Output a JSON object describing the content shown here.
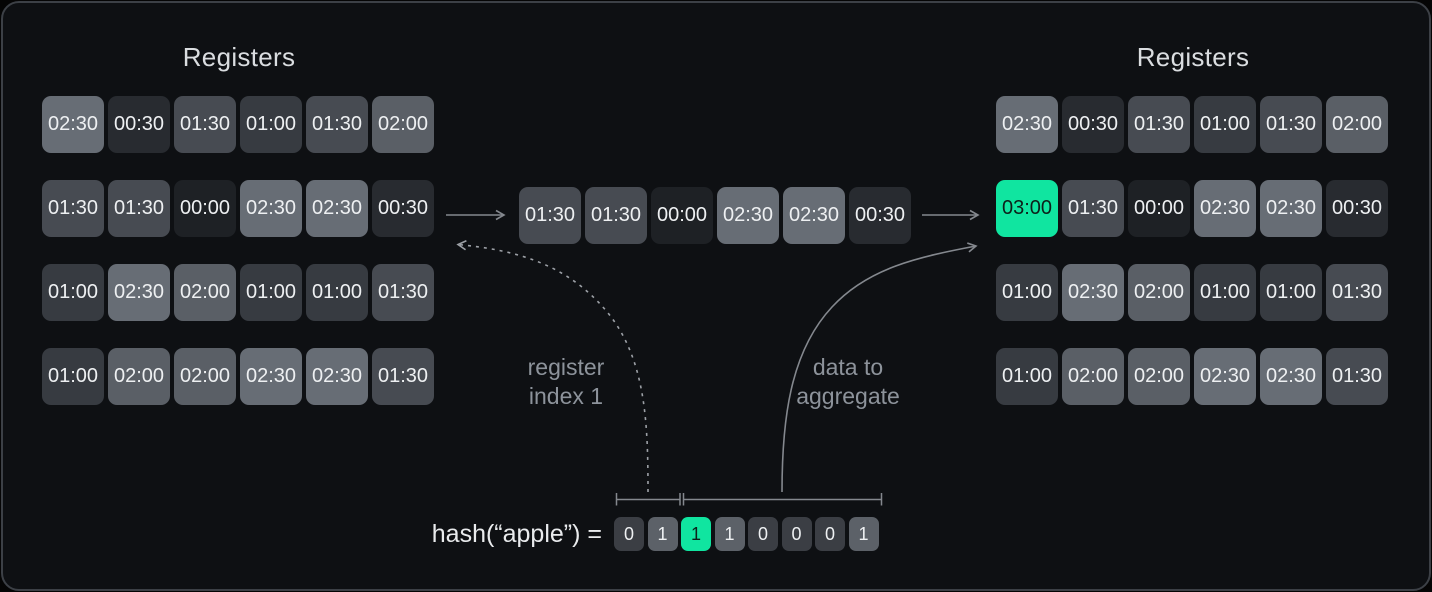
{
  "titles": {
    "left": "Registers",
    "right": "Registers"
  },
  "left_grid": {
    "rows": [
      [
        "02:30",
        "00:30",
        "01:30",
        "01:00",
        "01:30",
        "02:00"
      ],
      [
        "01:30",
        "01:30",
        "00:00",
        "02:30",
        "02:30",
        "00:30"
      ],
      [
        "01:00",
        "02:30",
        "02:00",
        "01:00",
        "01:00",
        "01:30"
      ],
      [
        "01:00",
        "02:00",
        "02:00",
        "02:30",
        "02:30",
        "01:30"
      ]
    ]
  },
  "buffer_row": {
    "values": [
      "01:30",
      "01:30",
      "00:00",
      "02:30",
      "02:30",
      "00:30"
    ]
  },
  "right_grid": {
    "rows": [
      [
        "02:30",
        "00:30",
        "01:30",
        "01:00",
        "01:30",
        "02:00"
      ],
      [
        "03:00",
        "01:30",
        "00:00",
        "02:30",
        "02:30",
        "00:30"
      ],
      [
        "01:00",
        "02:30",
        "02:00",
        "01:00",
        "01:00",
        "01:30"
      ],
      [
        "01:00",
        "02:00",
        "02:00",
        "02:30",
        "02:30",
        "01:30"
      ]
    ],
    "highlight": {
      "row": 1,
      "col": 0
    }
  },
  "annotations": {
    "register_index": {
      "line1": "register",
      "line2": "index 1"
    },
    "data_aggregate": {
      "line1": "data to",
      "line2": "aggregate"
    }
  },
  "hash": {
    "label": "hash(“apple”) =",
    "bits": [
      "0",
      "1",
      "1",
      "1",
      "0",
      "0",
      "0",
      "1"
    ],
    "highlight_index": 2
  },
  "colors": {
    "accent_green": "#10e5a0",
    "cell_text": "#eef0f2",
    "accent_cell_text": "#0d201a",
    "value_shades": {
      "00:00": "#1e2125",
      "00:30": "#282b30",
      "01:00": "#373b41",
      "01:30": "#474b52",
      "02:00": "#5a5f66",
      "02:30": "#676d75",
      "03:00": "#10e5a0"
    },
    "bit_shades": {
      "0": "#3b3e44",
      "1": "#5c6168"
    },
    "line": "#84888e",
    "dashed_line": "#9da1a7"
  }
}
